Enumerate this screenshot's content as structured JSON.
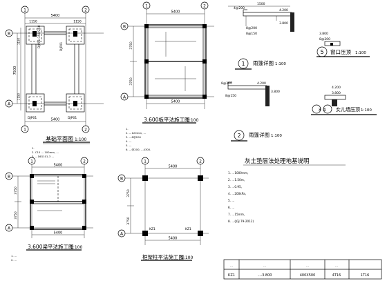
{
  "drawing1": {
    "title": "基础平面图",
    "scale": "1:100",
    "dims": {
      "top": "5400",
      "bottom": "5400",
      "left_total": "7500",
      "top_sub_a": "1150",
      "top_sub_b": "1150",
      "left_sub_a": "1150",
      "left_sub_b": "1150"
    },
    "axes": {
      "top_left": "1",
      "top_right": "2",
      "left_top": "B",
      "left_bottom": "A",
      "bottom_left": "1",
      "bottom_right": "2"
    },
    "tags": [
      "DJP01:150/250",
      "DJP01",
      "DJP01",
      "DJP01"
    ],
    "notes": [
      "1.",
      "2. C15 ... 100mm, ...",
      "3. ...16G101-3 ..."
    ]
  },
  "drawing2": {
    "title": "3.600板平法施工图",
    "scale": "1:100",
    "dims": {
      "top": "5400",
      "bottom": "5400",
      "left_a": "3750",
      "left_b": "3750"
    },
    "axes": {
      "top_left": "1",
      "top_right": "2",
      "left_top": "B",
      "left_bottom": "A"
    },
    "notes": [
      "1.",
      "2. ...120mm, ...",
      "3. ...8@200",
      "4. ...",
      "5. ...",
      "6. ...@200, ...4300."
    ]
  },
  "drawing3": {
    "title": "雨篷详图",
    "scale": "1:100",
    "badge": "1",
    "labels": [
      "1500",
      "4.200",
      "3.800",
      "8@200",
      "8@150",
      "4@200"
    ]
  },
  "drawing4": {
    "title": "雨篷详图",
    "scale": "1:100",
    "badge": "2",
    "labels": [
      "4.200",
      "3.800",
      "8@200",
      "8@150"
    ]
  },
  "drawing5": {
    "title": "窗口压顶",
    "scale": "1:100",
    "badge": "5",
    "labels": [
      "3.800",
      "8@200"
    ]
  },
  "drawing6": {
    "title": "女儿墙压顶",
    "scale": "1:100",
    "badge": "3 4",
    "labels": [
      "4.200",
      "3.800"
    ]
  },
  "drawing7": {
    "title": "3.600梁平法施工图",
    "scale": "1:100",
    "dims": {
      "top": "5400",
      "bottom": "5400",
      "left_a": "3750",
      "left_b": "3750"
    },
    "axes": {
      "top_left": "1",
      "top_right": "2",
      "left_top": "B",
      "left_bottom": "A"
    },
    "notes": [
      "1. ...",
      "2. ..."
    ]
  },
  "drawing8": {
    "title": "框架柱平法施工图",
    "scale": "1:100",
    "dims": {
      "top": "5400",
      "bottom": "5400",
      "left_a": "3750",
      "left_b": "3750"
    },
    "axes": {
      "top_left": "1",
      "top_right": "2",
      "left_top": "B",
      "left_bottom": "A"
    },
    "tags": [
      "KZ1",
      "KZ1"
    ]
  },
  "spec": {
    "title": "灰土垫层法处理地基说明",
    "lines": [
      "1. ...1000mm,",
      "2. ...1.50m,",
      "3. ...0.95,",
      "4. ...200kPa,",
      "5. ...",
      "6. ...",
      "7. ...15mm,",
      "8. ...(JGJ 79-2012)"
    ]
  },
  "table": {
    "header": [
      "...",
      "...",
      "...",
      "..."
    ],
    "row": [
      "KZ1",
      "...-3.800",
      "400X500",
      "4T16",
      "1T16"
    ]
  }
}
